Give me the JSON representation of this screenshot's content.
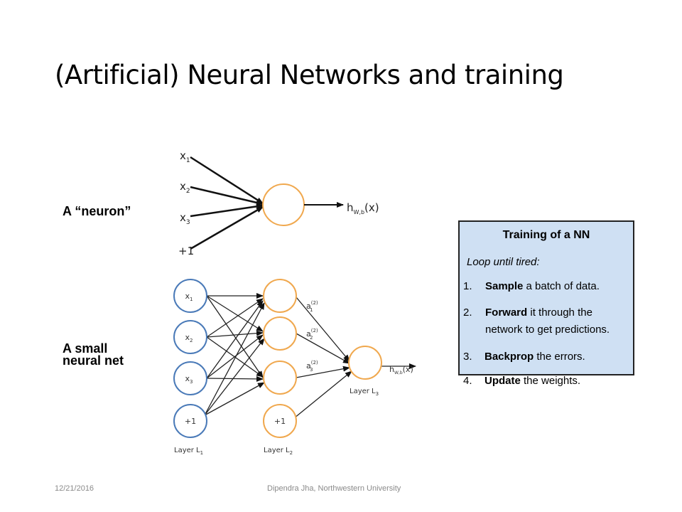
{
  "slide": {
    "title": "(Artificial) Neural Networks and training",
    "neuron_label": "A “neuron”",
    "net_label_line1": "A small",
    "net_label_line2": "neural net"
  },
  "neuron": {
    "inputs": [
      "x",
      "x",
      "x",
      "+1"
    ],
    "input_subs": [
      "1",
      "2",
      "3",
      ""
    ],
    "output": "h",
    "output_sub": "W,b",
    "output_arg": "(x)"
  },
  "network": {
    "layer1_nodes": [
      "x",
      "x",
      "x",
      "+1"
    ],
    "layer1_subs": [
      "1",
      "2",
      "3",
      ""
    ],
    "layer2_bias": "+1",
    "activations": [
      "a",
      "a",
      "a"
    ],
    "activation_subs": [
      "1",
      "2",
      "3"
    ],
    "activation_sup": "(2)",
    "output": "h",
    "output_sub": "W,b",
    "output_arg": "(x)",
    "layer_labels": [
      "Layer L",
      "Layer L",
      "Layer L"
    ],
    "layer_subs": [
      "1",
      "2",
      "3"
    ]
  },
  "training_box": {
    "title": "Training of a NN",
    "subtitle": "Loop until tired:",
    "steps": [
      {
        "num": "1.",
        "bold": "Sample",
        "rest": " a batch of data."
      },
      {
        "num": "2.",
        "bold": "Forward",
        "rest": " it through the",
        "line2": "network to get predictions."
      },
      {
        "num": "3.",
        "bold": "Backprop",
        "rest": " the errors."
      },
      {
        "num": "4.",
        "bold": "Update",
        "rest": " the weights."
      }
    ]
  },
  "footer": {
    "date": "12/21/2016",
    "author": "Dipendra Jha, Northwestern University"
  },
  "colors": {
    "input_node": "#4a7ab8",
    "hidden_node": "#f0a84e",
    "box_fill": "#cfe0f3"
  }
}
